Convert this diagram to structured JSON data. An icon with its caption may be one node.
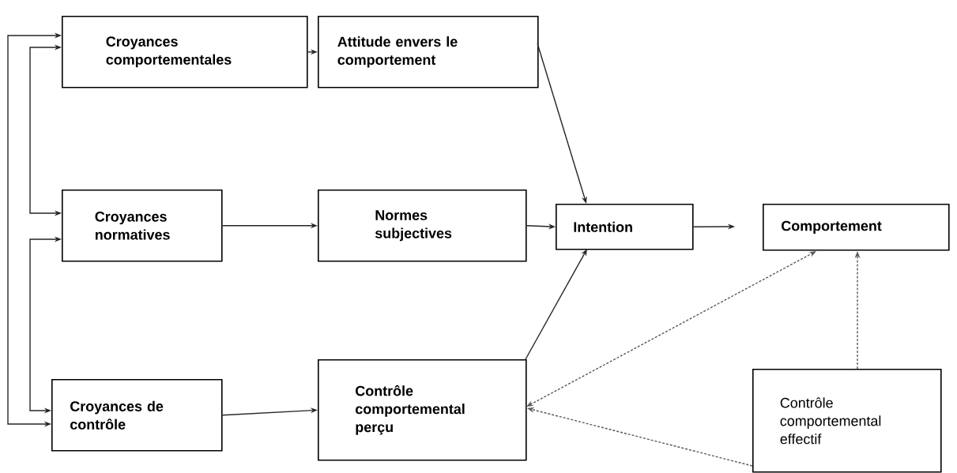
{
  "diagram": {
    "nodes": [
      {
        "text": [
          "Croyances comportementales"
        ]
      },
      {
        "text": [
          "Attitude envers le comportement"
        ]
      },
      {
        "text": [
          "Croyances normatives"
        ]
      },
      {
        "text": [
          "Normes subjectives"
        ]
      },
      {
        "text": [
          "Intention"
        ]
      },
      {
        "text": [
          "Comportement"
        ]
      },
      {
        "text": [
          "Croyances de contrôle"
        ]
      },
      {
        "text": [
          "Contrôle comportemental perçu"
        ]
      },
      {
        "text": [
          "Contrôle comportemental effectif"
        ]
      }
    ],
    "edges": [
      {
        "from": 0,
        "to": 1,
        "arrow": "to"
      },
      {
        "from": 1,
        "to": 4,
        "arrow": "to"
      },
      {
        "from": 2,
        "to": 3,
        "arrow": "to"
      },
      {
        "from": 3,
        "to": 4,
        "arrow": "to"
      },
      {
        "from": 4,
        "to": null,
        "arrow": "to"
      },
      {
        "from": 6,
        "to": 7,
        "arrow": "to"
      },
      {
        "from": 7,
        "to": 4,
        "arrow": "to"
      },
      {
        "from": 7,
        "to": 5,
        "arrow": "both",
        "style": "dashed"
      },
      {
        "from": 8,
        "to": 7,
        "arrow": "to",
        "style": "dashed"
      },
      {
        "from": 8,
        "to": 5,
        "arrow": "to",
        "style": "dashed"
      },
      {
        "from": 0,
        "to": 6,
        "arrow": "both"
      },
      {
        "from": 0,
        "to": 2,
        "arrow": "both"
      },
      {
        "from": 2,
        "to": 6,
        "arrow": "both"
      }
    ]
  }
}
